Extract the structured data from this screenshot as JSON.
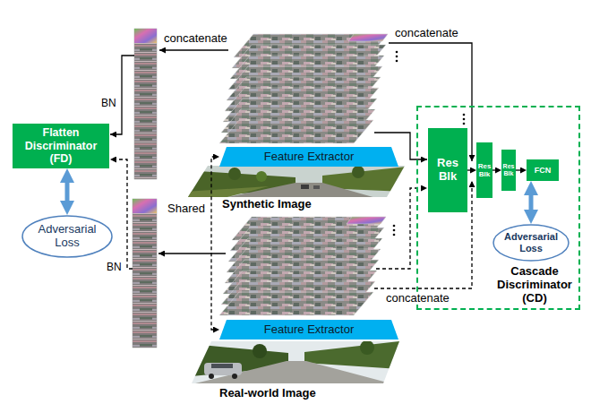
{
  "diagram": {
    "nodes": [
      {
        "text": [
          "Flatten Discriminator (FD)"
        ]
      },
      {
        "text": [
          "Adversarial Loss"
        ]
      },
      {
        "text": [
          "Feature Extractor"
        ]
      },
      {
        "text": [
          "Synthetic Image"
        ]
      },
      {
        "text": [
          "Feature Extractor"
        ]
      },
      {
        "text": [
          "Real-world Image"
        ]
      },
      {
        "text": [
          "Cascade Discriminator (CD)"
        ]
      },
      {
        "text": [
          "Res Blk"
        ],
        "in": 6
      },
      {
        "text": [
          "Res Blk"
        ],
        "in": 6
      },
      {
        "text": [
          "Res Blk"
        ],
        "in": 6
      },
      {
        "text": [
          "FCN"
        ],
        "in": 6
      },
      {
        "text": [
          "Adversarial Loss"
        ],
        "in": 6
      }
    ],
    "edges": [
      {
        "from": 0,
        "to": 1,
        "arrow": "both"
      },
      {
        "from": 2,
        "to": 4,
        "arrow": "both",
        "label": "Shared"
      },
      {
        "from": 7,
        "to": 8,
        "arrow": "to"
      },
      {
        "from": 8,
        "to": 9,
        "arrow": "to"
      },
      {
        "from": 9,
        "to": 10,
        "arrow": "to"
      },
      {
        "from": 10,
        "to": 11,
        "arrow": "both"
      }
    ],
    "labels": [
      "concatenate",
      "concatenate",
      "concatenate",
      "BN",
      "BN"
    ]
  }
}
